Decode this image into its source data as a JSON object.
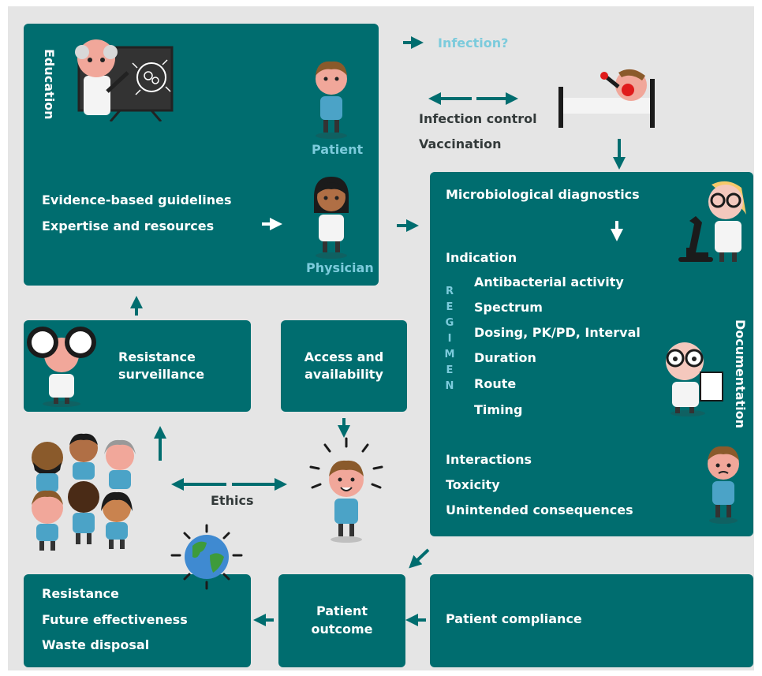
{
  "colors": {
    "teal": "#006d6f",
    "background": "#e5e5e5",
    "accent_light": "#7ccbdc",
    "text_dark": "#333a3a"
  },
  "education": {
    "side_label": "Education",
    "guidelines": "Evidence-based guidelines",
    "expertise": "Expertise and resources",
    "patient_label": "Patient",
    "physician_label": "Physician"
  },
  "top": {
    "infection": "Infection?",
    "infection_control": "Infection control",
    "vaccination": "Vaccination"
  },
  "resistance_surveillance": {
    "line1": "Resistance",
    "line2": "surveillance"
  },
  "access": {
    "line1": "Access and",
    "line2": "availability"
  },
  "ethics": "Ethics",
  "regimen_box": {
    "diagnostics": "Microbiological diagnostics",
    "indication": "Indication",
    "regimen_letters": [
      "R",
      "E",
      "G",
      "I",
      "M",
      "E",
      "N"
    ],
    "items": [
      "Antibacterial activity",
      "Spectrum",
      "Dosing, PK/PD, Interval",
      "Duration",
      "Route",
      "Timing"
    ],
    "side_label": "Documentation",
    "lower_items": [
      "Interactions",
      "Toxicity",
      "Unintended consequences"
    ]
  },
  "consequences": {
    "items": [
      "Resistance",
      "Future effectiveness",
      "Waste disposal"
    ]
  },
  "outcome": {
    "line1": "Patient",
    "line2": "outcome"
  },
  "compliance": "Patient compliance",
  "icons": [
    "teacher-icon",
    "patient-icon",
    "physician-icon",
    "sick-patient-icon",
    "microscope-doctor-icon",
    "binoculars-doctor-icon",
    "happy-patient-icon",
    "population-icon",
    "globe-icon",
    "clipboard-doctor-icon",
    "worried-patient-icon"
  ]
}
